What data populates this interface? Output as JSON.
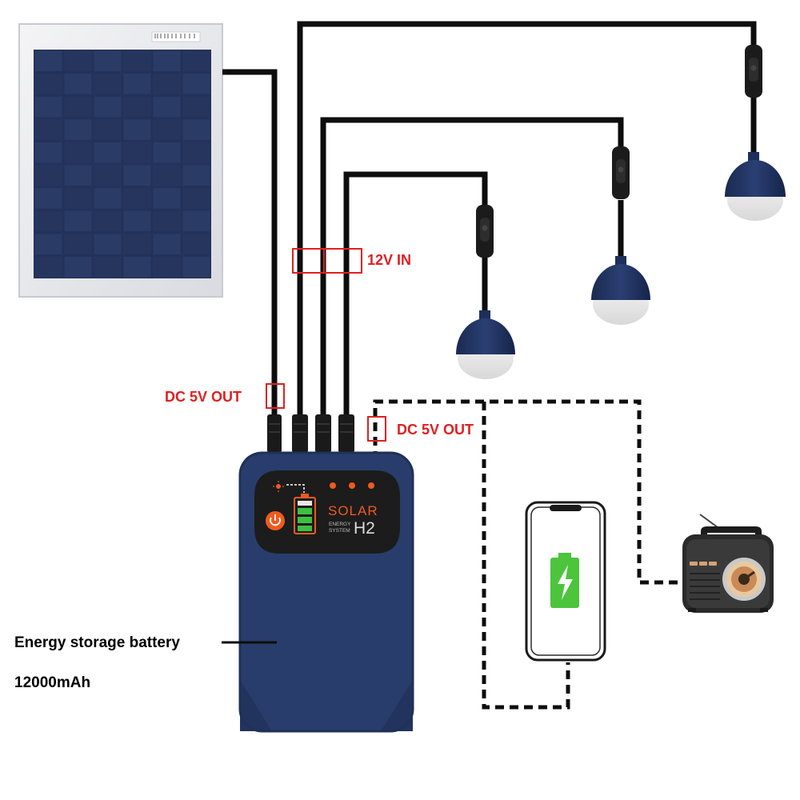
{
  "labels": {
    "input_12v": "12V IN",
    "dc5v_out_left": "DC 5V OUT",
    "dc5v_out_right": "DC 5V OUT",
    "battery_name": "Energy storage battery",
    "battery_capacity": "12000mAh"
  },
  "device": {
    "brand": "SOLAR",
    "sub_line_1": "ENERGY",
    "sub_line_2": "SYSTEM",
    "model": "H2"
  },
  "colors": {
    "accent_red": "#e02020",
    "device_body": "#283d6b",
    "device_panel": "#1c1c1c",
    "led_orange": "#f05a1e",
    "battery_green": "#3fbf3f",
    "phone_battery": "#4cc43c",
    "lamp_shade": "#1e2f5c",
    "solar_cell": "#22325a"
  },
  "icons": [
    "solar-panel-icon",
    "lamp-icon",
    "switch-icon",
    "power-button-icon",
    "battery-indicator-icon",
    "phone-icon",
    "charging-bolt-icon",
    "radio-icon"
  ]
}
